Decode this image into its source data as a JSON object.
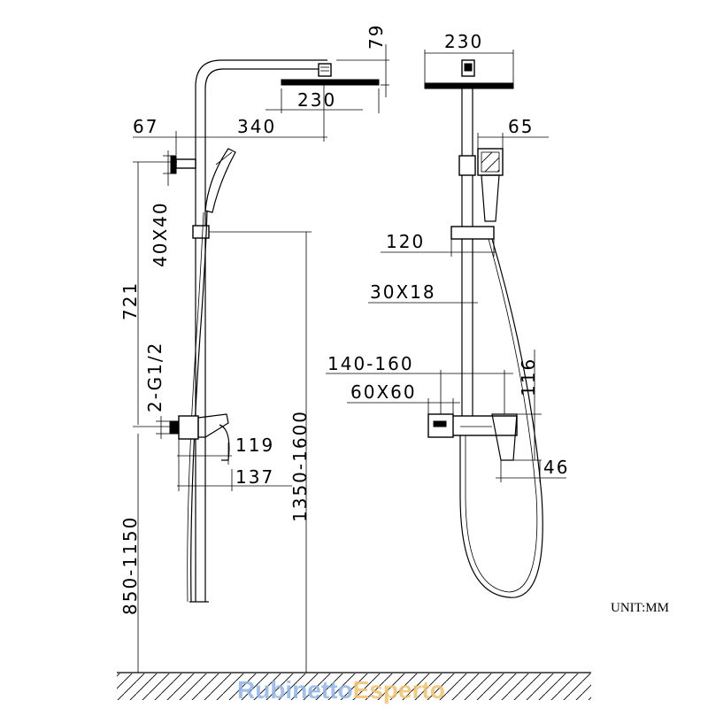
{
  "diagram": {
    "unit_label": "UNIT:MM",
    "watermark": "RubinettoEsperto",
    "watermark_colors": {
      "part1": "#8fb4ea",
      "part2": "#f2c26b"
    },
    "dimensions": {
      "left_head_height": "79",
      "left_head_width": "230",
      "left_offset": "67",
      "left_arm": "340",
      "bracket": "40X40",
      "slide_range": "721",
      "inlets": "2-G1/2",
      "depth_119": "119",
      "depth_137": "137",
      "total_height": "1350-1600",
      "mixer_height": "850-1150",
      "right_head_width": "230",
      "hand_width": "65",
      "slider": "120",
      "rail": "30X18",
      "centers": "140-160",
      "rosette": "60X60",
      "lever_height": "116",
      "lever_width": "46"
    }
  }
}
